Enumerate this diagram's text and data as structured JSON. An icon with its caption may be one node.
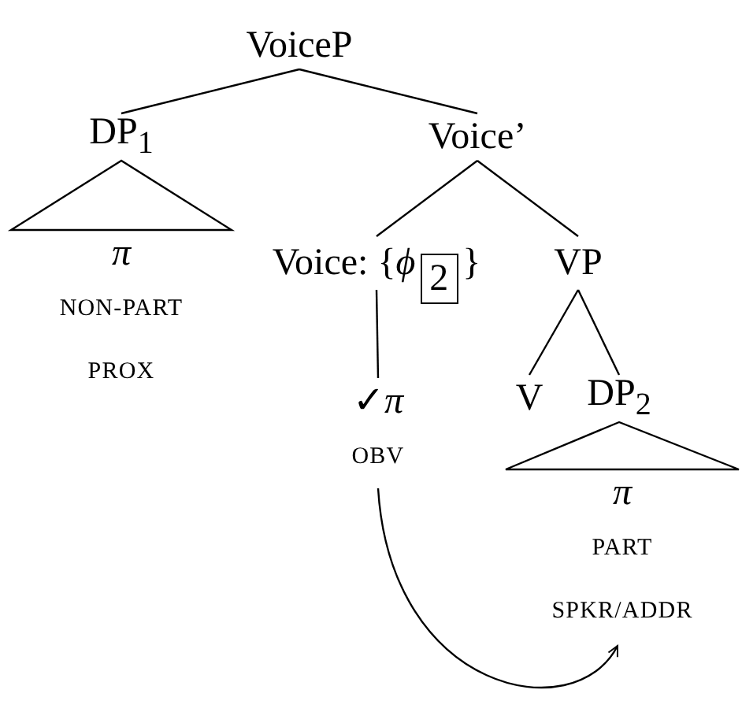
{
  "diagram": {
    "nodes": [
      {
        "text": [
          "VoiceP"
        ]
      },
      {
        "text": [
          "DP$_{1}$"
        ]
      },
      {
        "text": [
          "Voice’"
        ]
      },
      {
        "text": [
          "*π*",
          "NON-PART",
          "PROX"
        ]
      },
      {
        "text": [
          "Voice: {*ϕ*",
          "2",
          "}"
        ]
      },
      {
        "text": [
          "VP"
        ]
      },
      {
        "text": [
          "V"
        ]
      },
      {
        "text": [
          "DP$_{2}$"
        ]
      },
      {
        "text": [
          "*π*",
          "PART",
          "SPKR/ADDR"
        ]
      },
      {
        "text": [
          "✓*π*",
          "OBV"
        ]
      }
    ],
    "edges": [
      {
        "from": 0,
        "to": 1,
        "arrow": "none"
      },
      {
        "from": 0,
        "to": 2,
        "arrow": "none"
      },
      {
        "from": 1,
        "to": 3,
        "arrow": "none"
      },
      {
        "from": 2,
        "to": 4,
        "arrow": "none"
      },
      {
        "from": 2,
        "to": 5,
        "arrow": "none"
      },
      {
        "from": 5,
        "to": 6,
        "arrow": "none"
      },
      {
        "from": 5,
        "to": 7,
        "arrow": "none"
      },
      {
        "from": 7,
        "to": 8,
        "arrow": "none"
      },
      {
        "from": 4,
        "to": 9,
        "arrow": "none"
      },
      {
        "from": 9,
        "to": 8,
        "arrow": "to"
      }
    ]
  }
}
